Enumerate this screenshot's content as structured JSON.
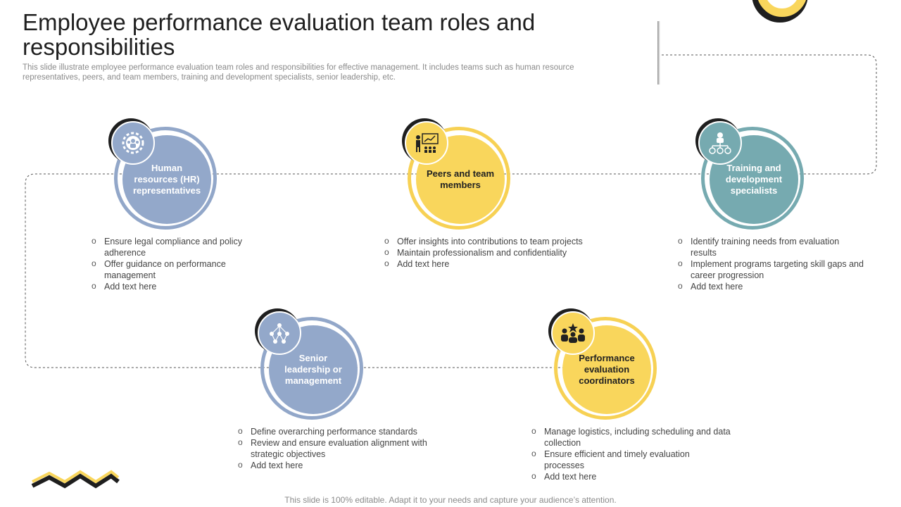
{
  "title": "Employee performance evaluation team roles and responsibilities",
  "subtitle": "This slide illustrate employee performance evaluation team roles and responsibilities for effective management. It includes teams such as human resource representatives, peers, and team members, training and development specialists, senior leadership, etc.",
  "footer": "This slide is 100% editable. Adapt it to your needs and capture your audience’s attention.",
  "colors": {
    "blue": "#93a8ca",
    "yellow": "#f9d65c",
    "teal": "#76aab0",
    "dark": "#1e1e1e"
  },
  "roles": [
    {
      "label": "Human resources (HR) representatives",
      "icon": "team-gear-icon",
      "bullets": [
        "Ensure legal compliance and policy adherence",
        "Offer guidance on performance management",
        "Add text here"
      ]
    },
    {
      "label": "Peers and team members",
      "icon": "presentation-icon",
      "bullets": [
        "Offer insights into contributions to team projects",
        "Maintain professionalism and confidentiality",
        "Add text here"
      ]
    },
    {
      "label": "Training and development specialists",
      "icon": "hierarchy-icon",
      "bullets": [
        "Identify training needs from evaluation results",
        "Implement programs targeting skill gaps and career progression",
        "Add text here"
      ]
    },
    {
      "label": "Senior leadership or management",
      "icon": "network-icon",
      "bullets": [
        "Define overarching performance standards",
        "Review and ensure evaluation alignment with strategic objectives",
        "Add text here"
      ]
    },
    {
      "label": "Performance evaluation coordinators",
      "icon": "star-team-icon",
      "bullets": [
        "Manage logistics, including scheduling and data collection",
        "Ensure efficient and timely evaluation processes",
        "Add text here"
      ]
    }
  ]
}
